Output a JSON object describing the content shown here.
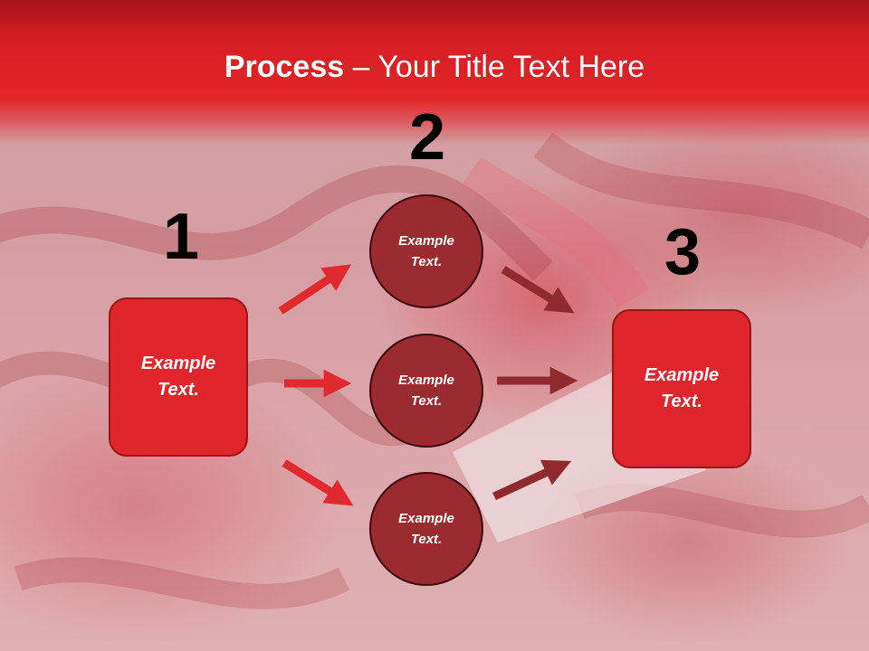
{
  "slide": {
    "title_bold": "Process",
    "title_rest": " – Your Title Text Here",
    "steps": [
      {
        "number": "1",
        "text": "Example\nText."
      },
      {
        "number": "2",
        "text": "Example\nText."
      },
      {
        "number": "3",
        "text": "Example\nText."
      }
    ],
    "circles": [
      {
        "text": "Example\nText."
      },
      {
        "text": "Example\nText."
      },
      {
        "text": "Example\nText."
      }
    ]
  },
  "colors": {
    "accent_red": "#e0262c",
    "circle_fill": "#9b2b2f",
    "arrow_bright": "#e02a30",
    "arrow_dark": "#8f2b2f"
  }
}
